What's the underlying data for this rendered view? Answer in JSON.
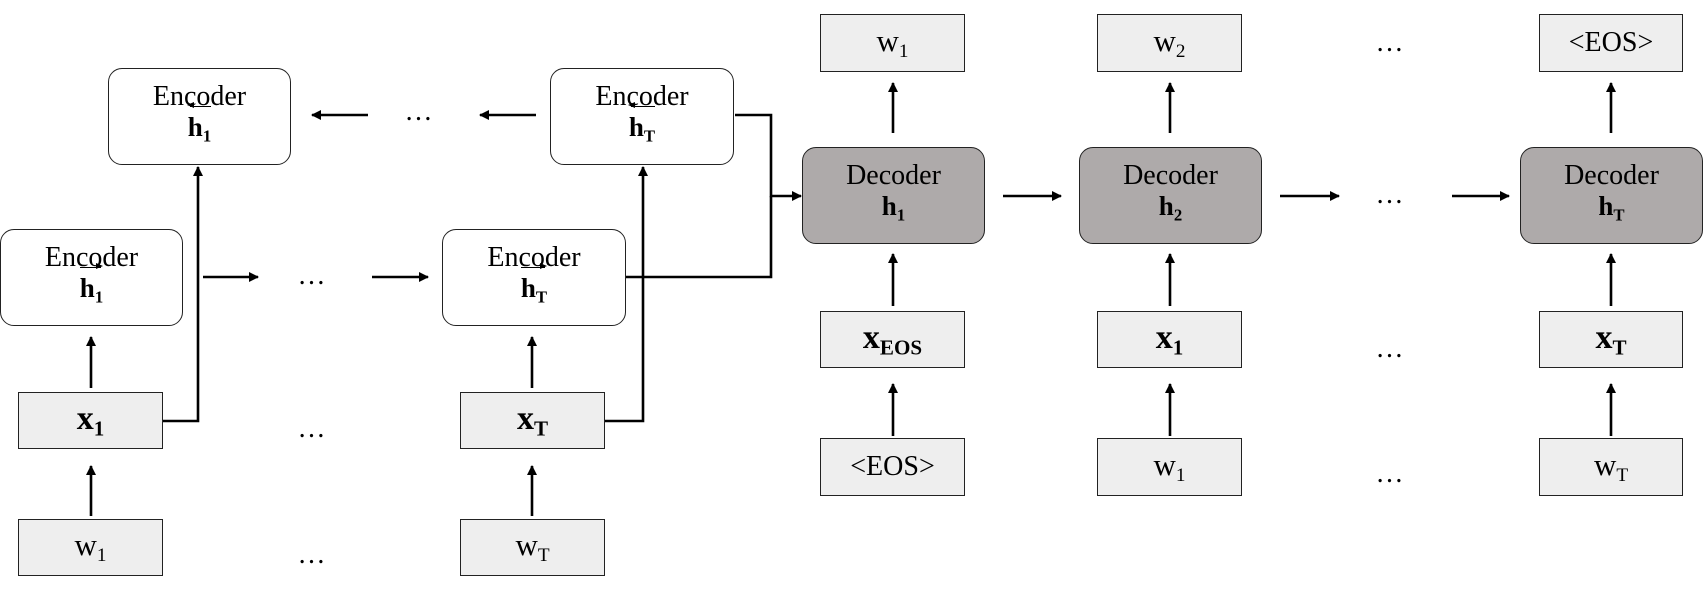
{
  "encoder_label": "Encoder",
  "decoder_label": "Decoder",
  "ellipsis": "…",
  "words": {
    "w1": {
      "base": "w",
      "sub": "1"
    },
    "w2": {
      "base": "w",
      "sub": "2"
    },
    "wT": {
      "base": "w",
      "sub": "T"
    },
    "eos": "<EOS>"
  },
  "inputs": {
    "x1": {
      "base": "x",
      "sub": "1"
    },
    "xT": {
      "base": "x",
      "sub": "T"
    },
    "xEOS": {
      "base": "x",
      "sub": "EOS"
    }
  },
  "hidden": {
    "h1": {
      "base": "h",
      "sub": "1"
    },
    "h2": {
      "base": "h",
      "sub": "2"
    },
    "hT": {
      "base": "h",
      "sub": "T"
    }
  }
}
